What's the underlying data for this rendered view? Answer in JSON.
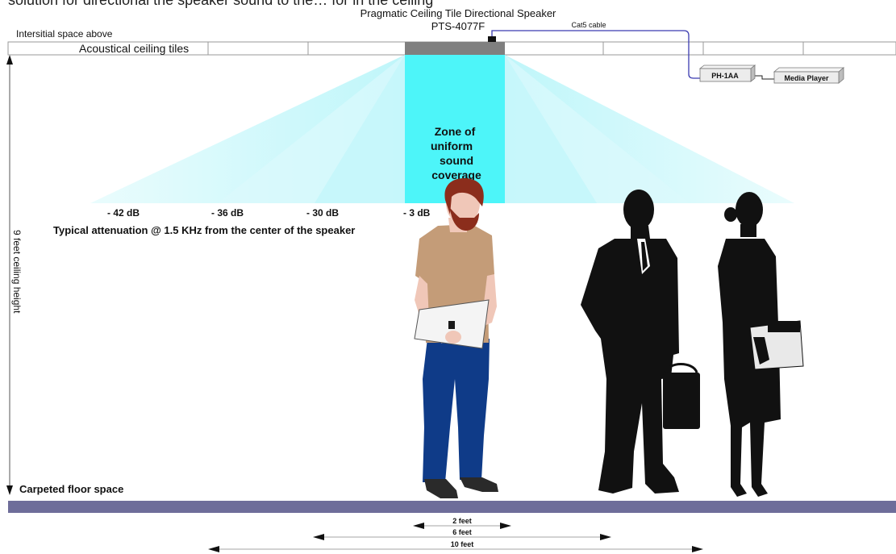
{
  "header": {
    "cut_line": "solution for directional the speaker sound to the… for in the ceiling",
    "title": "Pragmatic Ceiling Tile Directional Speaker",
    "model": "PTS-4077F"
  },
  "labels": {
    "interstitial": "Intersitial space above",
    "ceiling_tiles": "Acoustical ceiling tiles",
    "cable": "Cat5 cable",
    "ph_box": "PH-1AA",
    "media_player": "Media Player",
    "zone_line1": "Zone of",
    "zone_line2": "uniform",
    "zone_line3": "sound",
    "zone_line4": "coverage",
    "ceiling_height": "9 feet ceiling height",
    "floor": "Carpeted  floor space",
    "attenuation_note": "Typical attenuation @ 1.5 KHz from the center of the speaker"
  },
  "attenuation": [
    {
      "label": "- 42 dB"
    },
    {
      "label": "- 36 dB"
    },
    {
      "label": "- 30 dB"
    },
    {
      "label": "- 3 dB"
    }
  ],
  "dimensions": [
    {
      "label": "2 feet"
    },
    {
      "label": "6 feet"
    },
    {
      "label": "10 feet"
    }
  ],
  "colors": {
    "zone": "#4df5f9",
    "beam": "#c8f8fb",
    "floor": "#6e6d9a",
    "speaker": "#7f7f7f",
    "cable": "#3b3bb0",
    "shirt": "#c49c78",
    "jeans": "#0f3b88",
    "hair": "#8b2d1c"
  }
}
